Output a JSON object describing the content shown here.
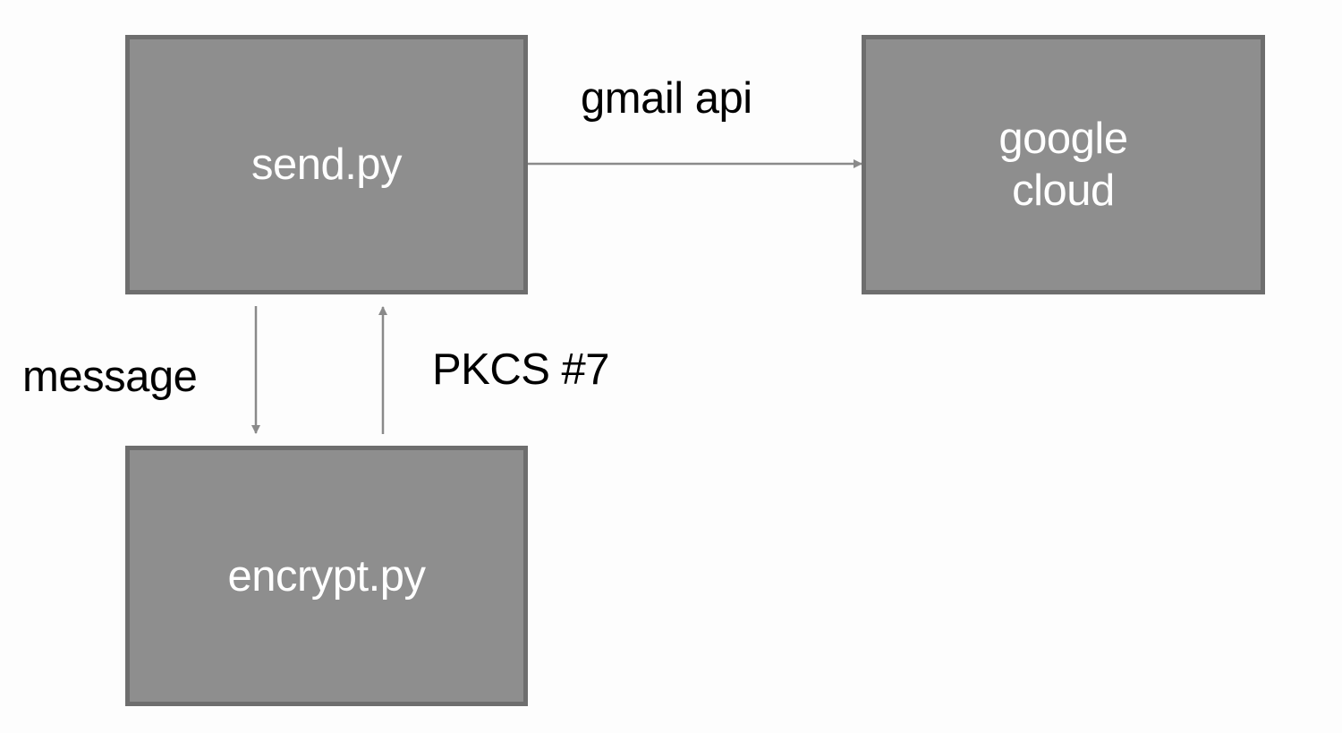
{
  "diagram": {
    "nodes": {
      "send": {
        "lines": [
          "send.py"
        ]
      },
      "google": {
        "lines": [
          "google",
          "cloud"
        ]
      },
      "encrypt": {
        "lines": [
          "encrypt.py"
        ]
      }
    },
    "edges": {
      "gmail_api": {
        "from": "send.py",
        "to": "google cloud",
        "label": "gmail api"
      },
      "message": {
        "from": "send.py",
        "to": "encrypt.py",
        "label": "message"
      },
      "pkcs7": {
        "from": "encrypt.py",
        "to": "send.py",
        "label": "PKCS #7"
      }
    }
  },
  "colors": {
    "node_fill": "#8e8e8e",
    "node_border": "#6e6e6e",
    "node_text": "#ffffff",
    "edge_stroke": "#8a8a8a",
    "label_text": "#000000",
    "background": "#fdfdfd"
  }
}
